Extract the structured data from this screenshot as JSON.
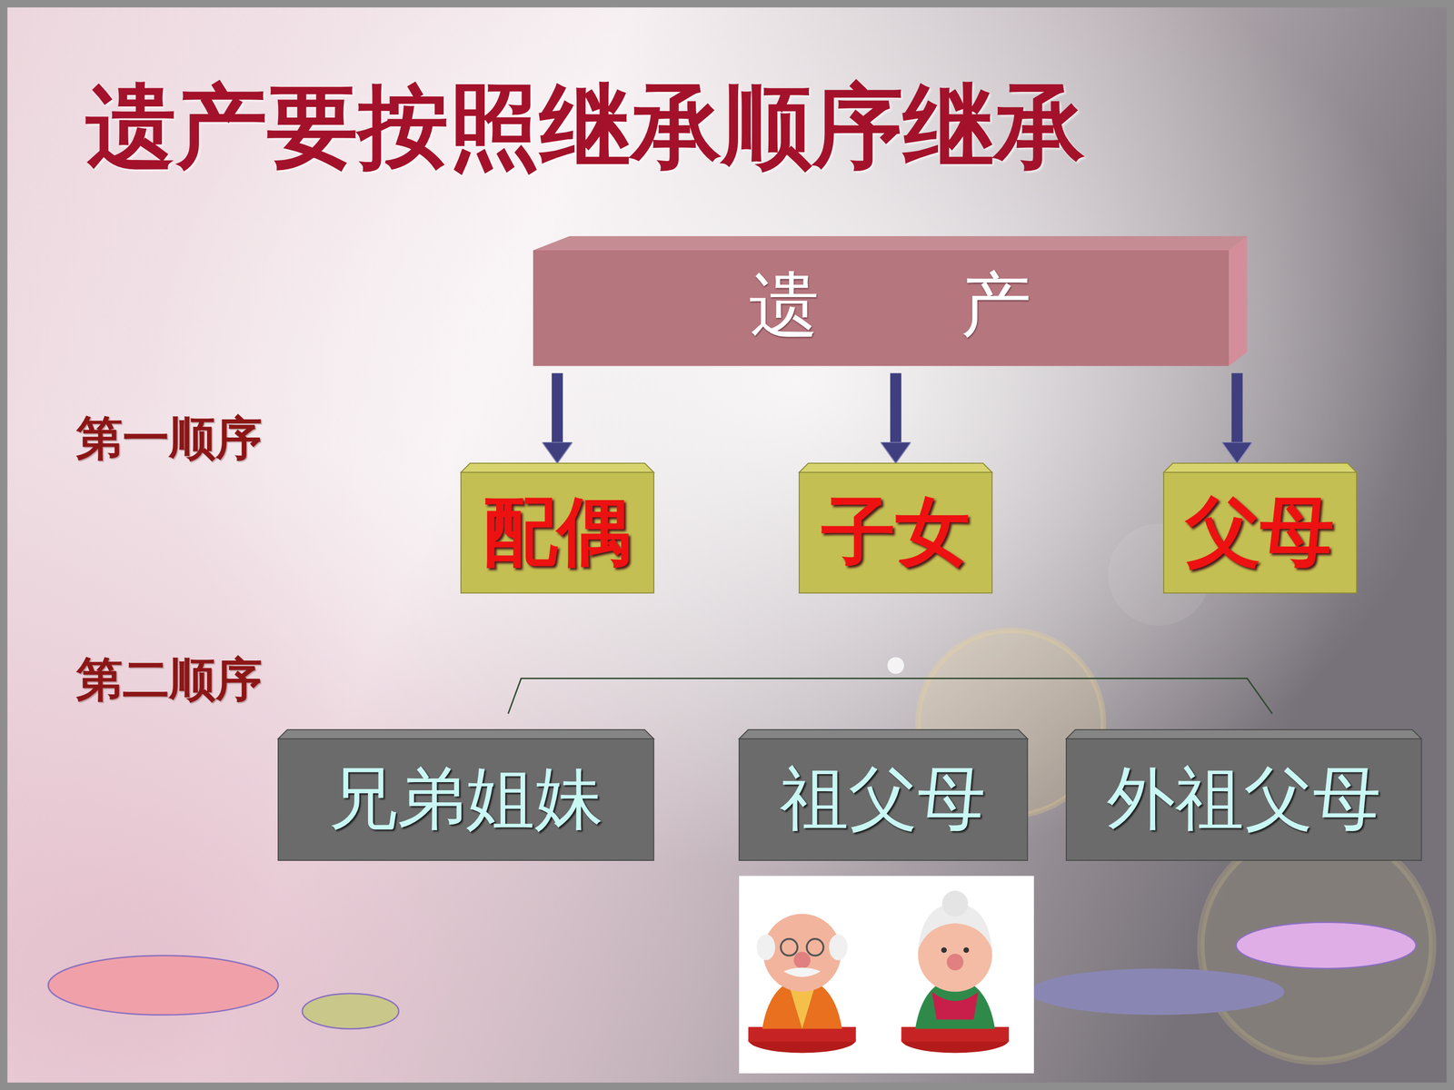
{
  "diagram": {
    "title": "遗产要按照继承顺序继承",
    "nodes": [
      {
        "text": [
          "遗　　产"
        ]
      },
      {
        "text": [
          "配偶"
        ]
      },
      {
        "text": [
          "子女"
        ]
      },
      {
        "text": [
          "父母"
        ]
      },
      {
        "text": [
          "兄弟姐妹"
        ]
      },
      {
        "text": [
          "祖父母"
        ]
      },
      {
        "text": [
          "外祖父母"
        ]
      }
    ],
    "edges": [
      {
        "from": 0,
        "to": 1,
        "arrow": "to"
      },
      {
        "from": 0,
        "to": 2,
        "arrow": "to"
      },
      {
        "from": 0,
        "to": 3,
        "arrow": "to"
      }
    ],
    "labels": [
      "第一顺序",
      "第二顺序"
    ]
  }
}
